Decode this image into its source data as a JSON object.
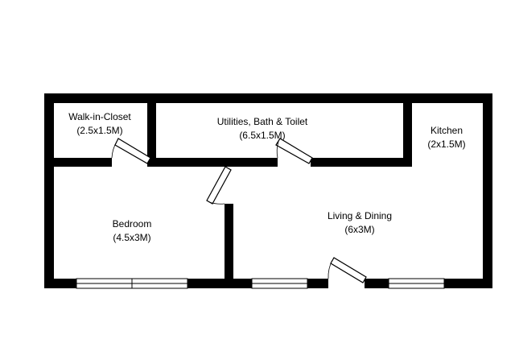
{
  "rooms": [
    {
      "id": "walk-in-closet",
      "name": "Walk-in-Closet",
      "dims": "(2.5x1.5M)"
    },
    {
      "id": "utilities-bath-toilet",
      "name": "Utilities, Bath & Toilet",
      "dims": "(6.5x1.5M)"
    },
    {
      "id": "kitchen",
      "name": "Kitchen",
      "dims": "(2x1.5M)"
    },
    {
      "id": "bedroom",
      "name": "Bedroom",
      "dims": "(4.5x3M)"
    },
    {
      "id": "living-dining",
      "name": "Living & Dining",
      "dims": "(6x3M)"
    }
  ],
  "colors": {
    "wall": "#000000",
    "background": "#ffffff"
  }
}
